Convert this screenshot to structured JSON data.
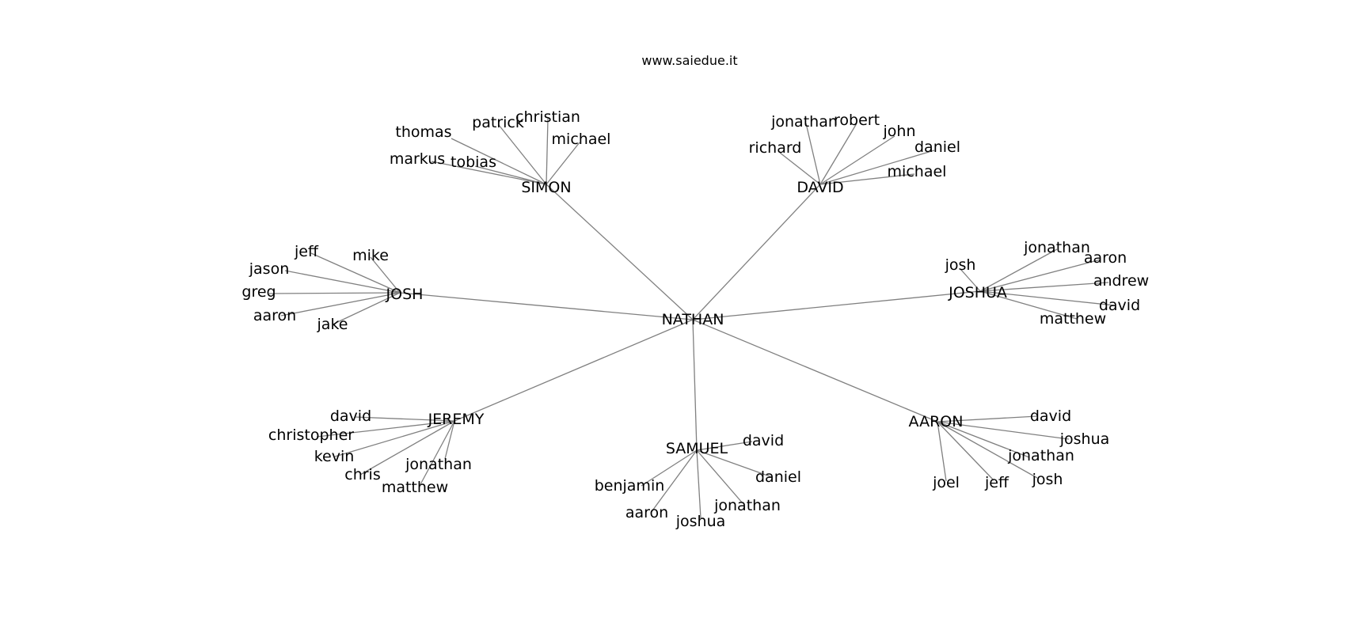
{
  "site_label": "www.saiedue.it",
  "root": "NATHAN",
  "groups": [
    {
      "name": "SIMON",
      "children": [
        "christian",
        "patrick",
        "thomas",
        "michael",
        "markus",
        "tobias"
      ]
    },
    {
      "name": "DAVID",
      "children": [
        "jonathan",
        "robert",
        "john",
        "richard",
        "daniel",
        "michael"
      ]
    },
    {
      "name": "JOSH",
      "children": [
        "jeff",
        "mike",
        "jason",
        "greg",
        "aaron",
        "jake"
      ]
    },
    {
      "name": "JOSHUA",
      "children": [
        "jonathan",
        "josh",
        "aaron",
        "andrew",
        "david",
        "matthew"
      ]
    },
    {
      "name": "JEREMY",
      "children": [
        "david",
        "christopher",
        "kevin",
        "chris",
        "jonathan",
        "matthew"
      ]
    },
    {
      "name": "SAMUEL",
      "children": [
        "david",
        "daniel",
        "benjamin",
        "jonathan",
        "aaron",
        "joshua"
      ]
    },
    {
      "name": "AARON",
      "children": [
        "david",
        "joshua",
        "jonathan",
        "josh",
        "jeff",
        "joel"
      ]
    }
  ]
}
